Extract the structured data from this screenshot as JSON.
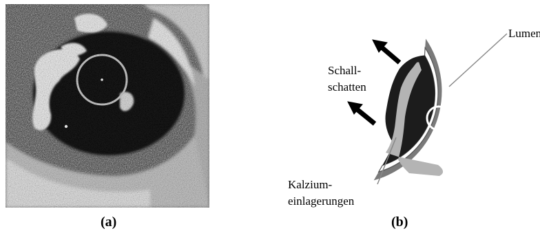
{
  "panel_a": {
    "caption": "(a)"
  },
  "panel_b": {
    "caption": "(b)",
    "labels": {
      "lumen": "Lumen",
      "schall_1": "Schall-",
      "schall_2": "schatten",
      "kalzium_1": "Kalzium-",
      "kalzium_2": "einlagerungen"
    }
  },
  "colors": {
    "lumen_fill": "#1c1c1c",
    "plaque_gray": "#b4b4b4",
    "outer_ring": "#7a7a7a",
    "white_ring": "#ffffff"
  }
}
